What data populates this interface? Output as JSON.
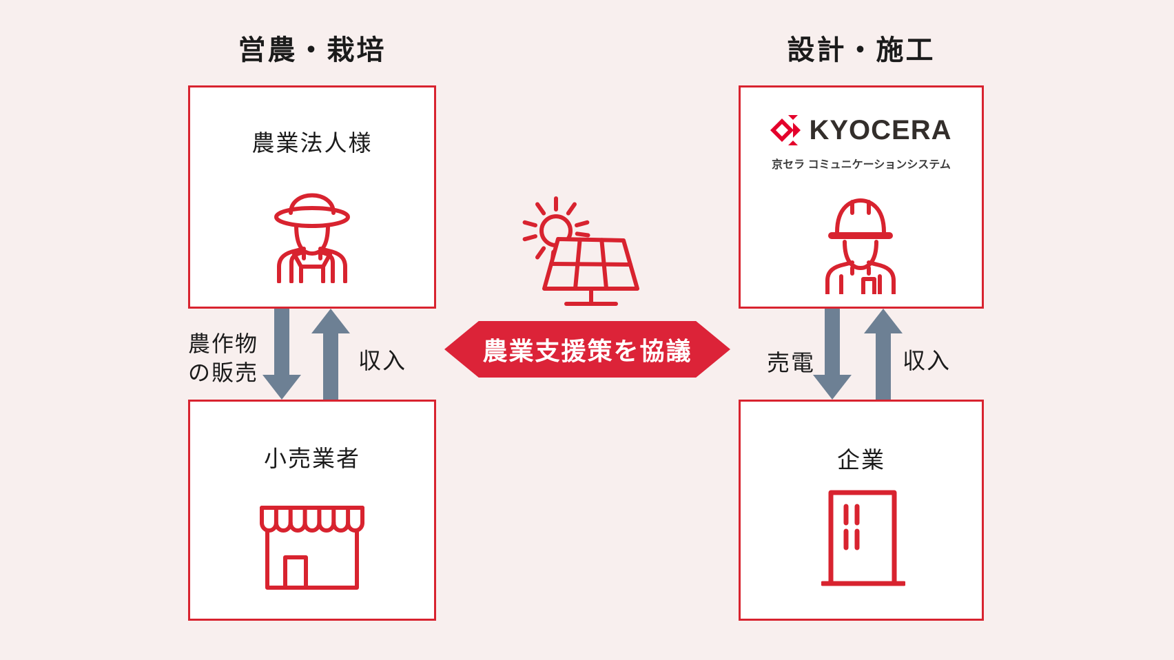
{
  "diagram": {
    "headings": {
      "left": "営農・栽培",
      "right": "設計・施工"
    },
    "boxes": {
      "farm_corp": {
        "label": "農業法人様",
        "icon": "farmer-icon"
      },
      "retailer": {
        "label": "小売業者",
        "icon": "store-icon"
      },
      "kyocera": {
        "brand": "KYOCERA",
        "sub_brand": "京セラ コミュニケーションシステム",
        "icon": "construction-worker-icon"
      },
      "company": {
        "label": "企業",
        "icon": "office-building-icon"
      }
    },
    "flows": {
      "left": {
        "down_label_line1": "農作物",
        "down_label_line2": "の販売",
        "up_label": "収入"
      },
      "right": {
        "down_label": "売電",
        "up_label": "収入"
      }
    },
    "banner": {
      "text": "農業支援策を協議"
    },
    "center_icon": "solar-panel-sun-icon",
    "colors": {
      "background": "#f8efee",
      "box_border_red": "#d8232f",
      "icon_red": "#d8232f",
      "banner_red": "#dc2338",
      "arrow_gray": "#6d8094",
      "kyocera_mark_red": "#e4002b",
      "kyocera_word_dark": "#332e2b",
      "text_black": "#1b1b1b"
    }
  }
}
